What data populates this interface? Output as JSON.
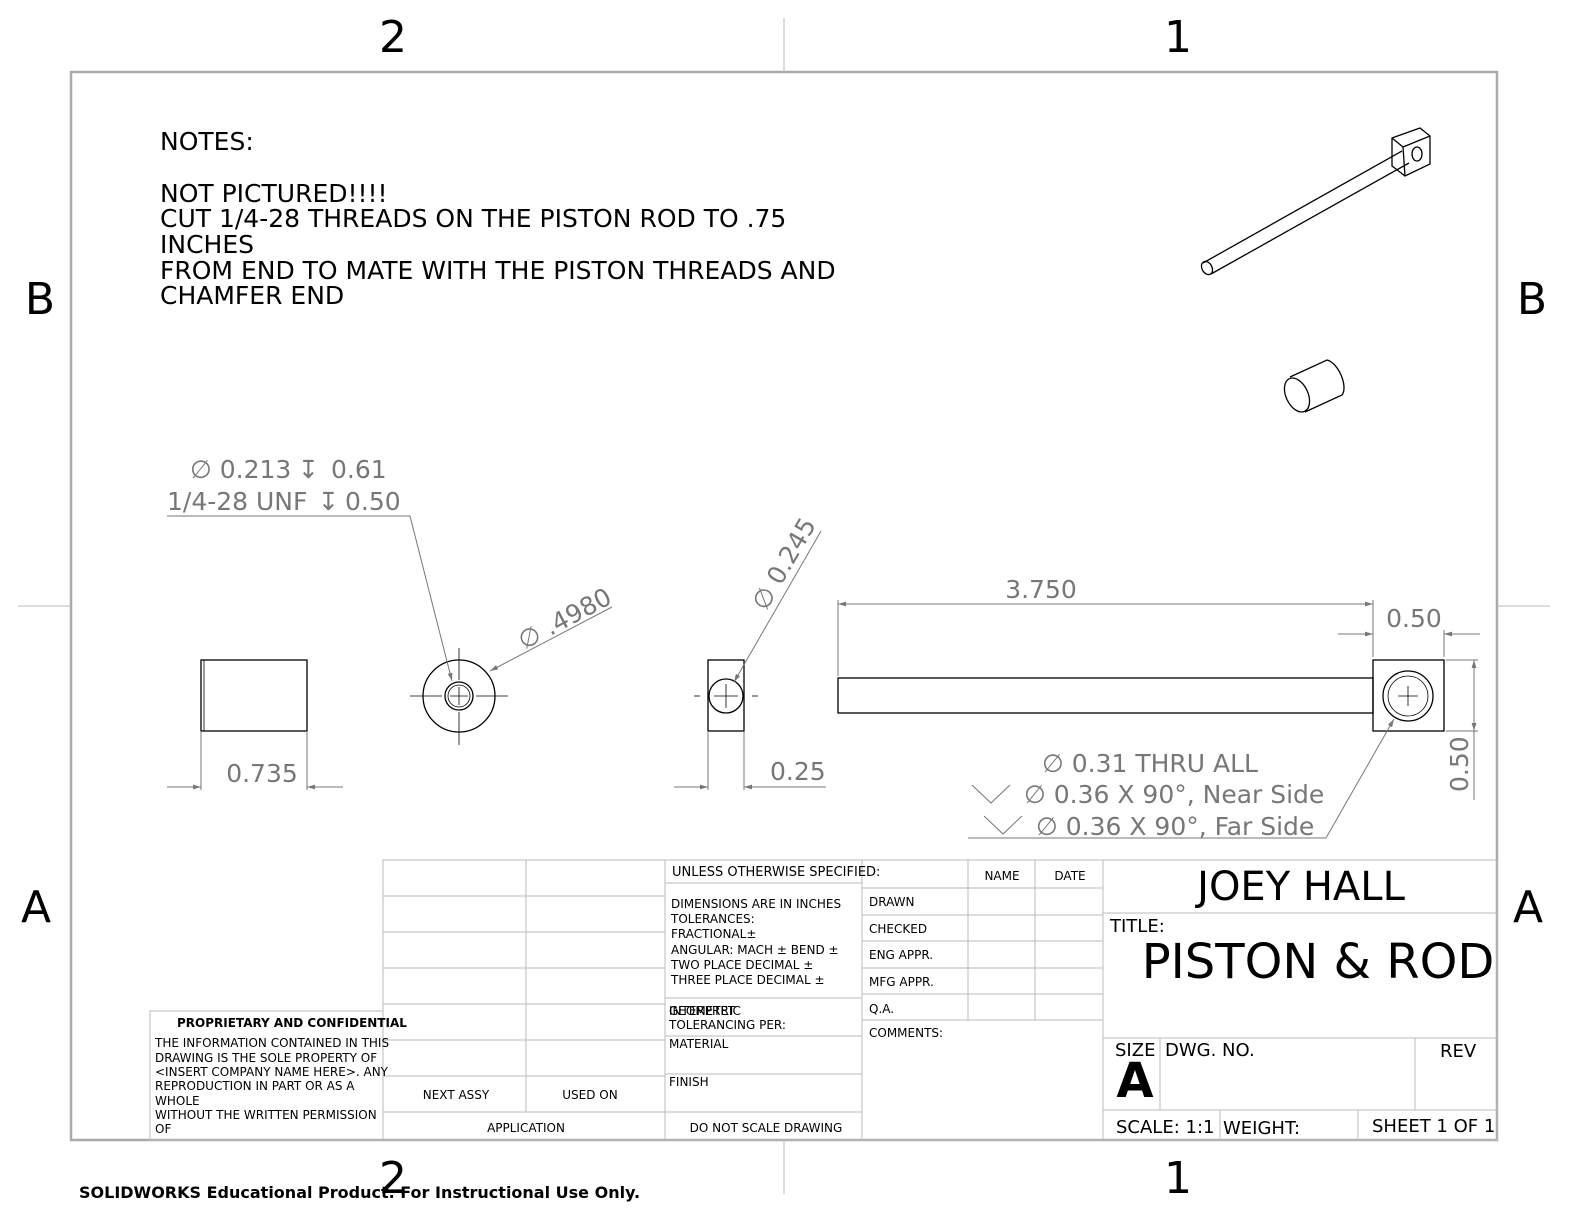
{
  "zones": {
    "col_left": "2",
    "col_right": "1",
    "row_top": "B",
    "row_bottom": "A"
  },
  "notes": [
    "NOTES:",
    "NOT PICTURED!!!!",
    "CUT 1/4-28 THREADS ON THE PISTON ROD TO .75",
    "INCHES",
    "FROM END TO MATE WITH THE PISTON THREADS AND",
    "CHAMFER END"
  ],
  "dimensions": {
    "hole_callout_1": "∅ 0.213",
    "hole_callout_1_depth": "0.61",
    "hole_callout_2": "1/4-28 UNF",
    "hole_callout_2_depth": "0.50",
    "piston_length": "0.735",
    "piston_diameter": "∅ .4980",
    "rod_end_diameter": "∅ 0.245",
    "rod_end_width": "0.25",
    "rod_length": "3.750",
    "block_width": "0.50",
    "block_height": "0.50",
    "thru_hole": "∅ 0.31 THRU ALL",
    "csk_near": "∅ 0.36 X 90°, Near Side",
    "csk_far": "∅ 0.36 X 90°, Far Side"
  },
  "title_block": {
    "unless": "UNLESS OTHERWISE SPECIFIED:",
    "name_hdr": "NAME",
    "date_hdr": "DATE",
    "dims_in": "DIMENSIONS ARE IN INCHES",
    "tolerances": "TOLERANCES:",
    "fractional": "FRACTIONAL±",
    "angular": "ANGULAR: MACH ±   BEND  ±",
    "two_place": "TWO PLACE DECIMAL    ±",
    "three_place": "THREE PLACE DECIMAL ±",
    "interpret_a": "INTERPRET",
    "interpret_b": "GEOMETRIC",
    "tolerancing_per": "TOLERANCING PER:",
    "material": "MATERIAL",
    "finish": "FINISH",
    "do_not_scale": "DO NOT SCALE DRAWING",
    "drawn": "DRAWN",
    "checked": "CHECKED",
    "eng_appr": "ENG APPR.",
    "mfg_appr": "MFG APPR.",
    "qa": "Q.A.",
    "comments": "COMMENTS:",
    "company": "JOEY HALL",
    "title_label": "TITLE:",
    "title": "PISTON & ROD",
    "size_label": "SIZE",
    "size": "A",
    "dwg_no": "DWG.  NO.",
    "rev": "REV",
    "scale": "SCALE: 1:1",
    "weight": "WEIGHT:",
    "sheet": "SHEET 1 OF 1",
    "next_assy": "NEXT ASSY",
    "used_on": "USED ON",
    "application": "APPLICATION",
    "proprietary": "PROPRIETARY AND CONFIDENTIAL",
    "prop_text": [
      "THE INFORMATION CONTAINED IN THIS",
      "DRAWING IS THE SOLE PROPERTY OF",
      "<INSERT COMPANY NAME HERE>.  ANY",
      "REPRODUCTION IN PART OR AS A",
      "WHOLE",
      "WITHOUT THE WRITTEN PERMISSION",
      "OF"
    ]
  },
  "footer": "SOLIDWORKS Educational Product. For Instructional Use Only."
}
